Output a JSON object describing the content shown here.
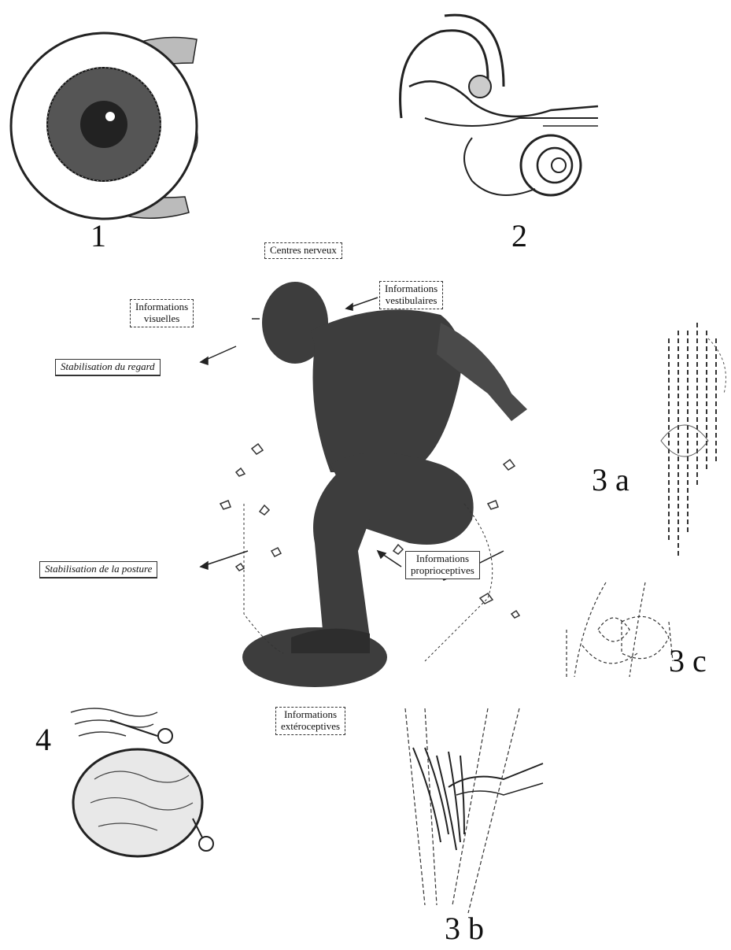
{
  "figure": {
    "numbers": {
      "eye": "1",
      "inner_ear": "2",
      "muscle_spindle": "3 a",
      "tendon_organ": "3 b",
      "joint_receptor": "3 c",
      "skin_receptor": "4"
    },
    "labels": {
      "nervous_centers": "Centres nerveux",
      "vestibular_info_line1": "Informations",
      "vestibular_info_line2": "vestibulaires",
      "visual_info_line1": "Informations",
      "visual_info_line2": "visuelles",
      "gaze_stabilization": "Stabilisation du regard",
      "posture_stabilization": "Stabilisation de la posture",
      "proprioceptive_info_line1": "Informations",
      "proprioceptive_info_line2": "proprioceptives",
      "exteroceptive_info_line1": "Informations",
      "exteroceptive_info_line2": "extéroceptives"
    }
  }
}
